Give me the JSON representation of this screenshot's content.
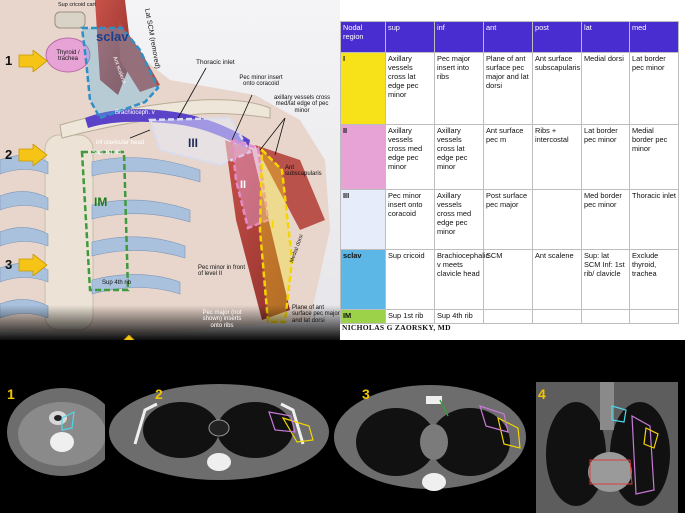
{
  "figure": {
    "anatomy_labels": {
      "sup_cricoid": "Sup cricoid cart",
      "thyroid": "Thyroid / trachea",
      "sclav": "sclav",
      "lat_scm": "Lat SCM (removed)",
      "ant_scalene": "Ant scalene",
      "thoracic_inlet": "Thoracic inlet",
      "pec_minor_insert": "Pec minor insert onto coracoid",
      "brachioceph": "Brachioceph. v",
      "axillary_cross": "axillary vessels cross med/lat edge of pec minor",
      "inf_clavicular": "inf clavicular head",
      "sup_first_rib": "Sup 1st rib",
      "level_iii": "III",
      "level_ii": "II",
      "level_i": "I",
      "im": "IM",
      "ant_subscapularis": "Ant subscapularis",
      "medial_dorsi": "Medial dorsi",
      "pec_minor_front": "Pec minor in front of level II",
      "sup_fourth_rib": "Sup 4th rib",
      "pec_major_inserts": "Pec major (not shown) inserts onto ribs",
      "plane_ant_surface": "Plane of ant surface pec major and lat dorsi"
    },
    "level_markers": [
      "1",
      "2",
      "3",
      "4"
    ],
    "colors": {
      "sclav": "#5cb6e6",
      "im": "#3d9b3d",
      "level_i": "#f7e21a",
      "level_ii": "#e7a3d6",
      "level_iii": "#e7ecfb",
      "arrow": "#f5c417",
      "header": "#4a2dd0"
    }
  },
  "table": {
    "headers": [
      "Nodal region",
      "sup",
      "inf",
      "ant",
      "post",
      "lat",
      "med"
    ],
    "rows": [
      [
        "I",
        "Axillary vessels cross lat edge pec minor",
        "Pec major insert into ribs",
        "Plane of ant surface pec major and lat dorsi",
        "Ant surface subscapularis",
        "Medial dorsi",
        "Lat border pec minor"
      ],
      [
        "II",
        "Axillary vessels cross med edge pec minor",
        "Axillary vessels cross lat edge pec minor",
        "Ant surface pec m",
        "Ribs + intercostal",
        "Lat border pec minor",
        "Medial border pec minor"
      ],
      [
        "III",
        "Pec minor insert onto coracoid",
        "Axillary vessels cross med edge pec minor",
        "Post surface pec major",
        "",
        "Med border pec minor",
        "Thoracic inlet"
      ],
      [
        "sclav",
        "Sup cricoid",
        "Brachiocephalic v meets clavicle head",
        "SCM",
        "Ant scalene",
        "Sup: lat SCM Inf: 1st rib/ clavicle",
        "Exclude thyroid, trachea"
      ],
      [
        "IM",
        "Sup 1st rib",
        "Sup 4th rib",
        "",
        "",
        "",
        ""
      ]
    ]
  },
  "credit": "NICHOLAS G ZAORSKY, MD",
  "ct_labels": [
    "1",
    "2",
    "3",
    "4"
  ]
}
